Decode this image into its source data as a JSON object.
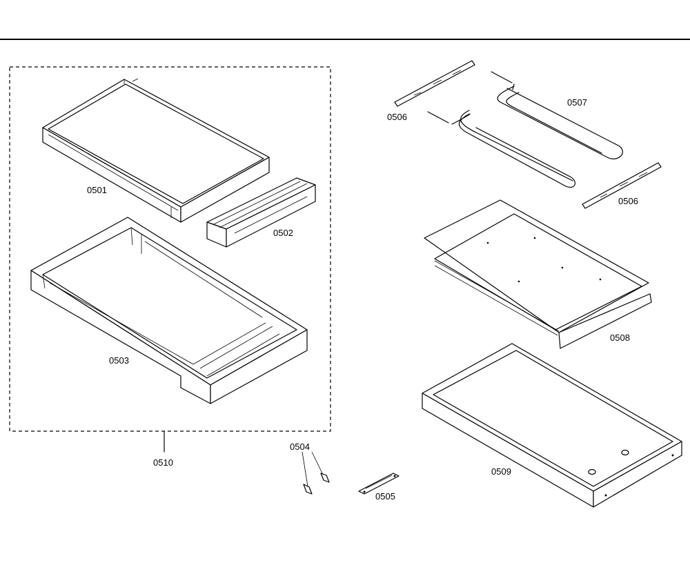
{
  "parts": {
    "p0501": "0501",
    "p0502": "0502",
    "p0503": "0503",
    "p0504": "0504",
    "p0505": "0505",
    "p0506a": "0506",
    "p0506b": "0506",
    "p0507": "0507",
    "p0508": "0508",
    "p0509": "0509",
    "p0510": "0510"
  }
}
